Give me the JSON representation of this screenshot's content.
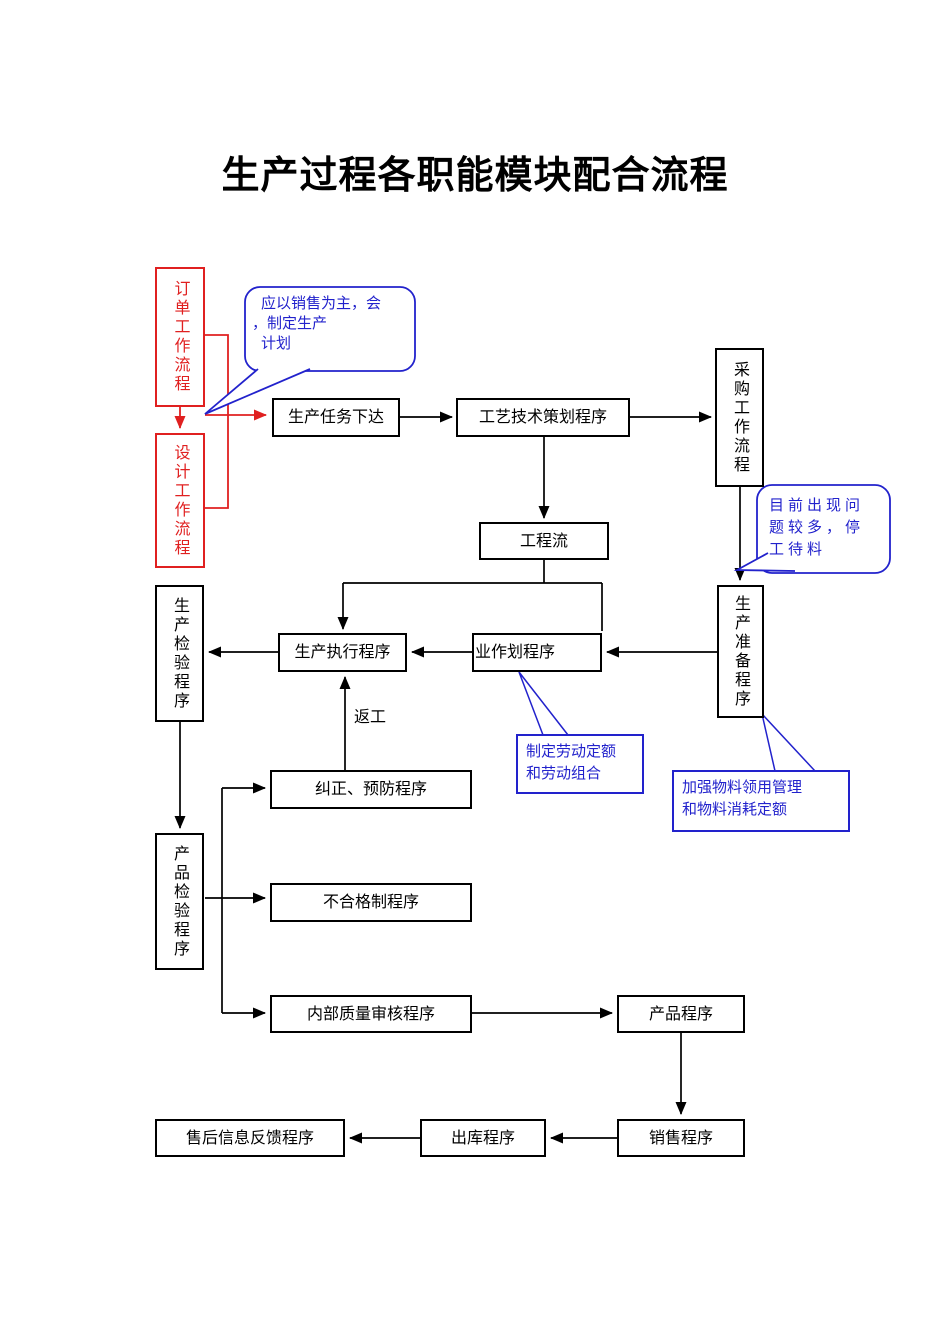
{
  "title": "生产过程各职能模块配合流程",
  "colors": {
    "line_black": "#000000",
    "accent_red": "#e02020",
    "accent_blue": "#2222cc",
    "background": "#ffffff"
  },
  "nodes": {
    "order_flow": {
      "label": "订单工作流程"
    },
    "design_flow": {
      "label": "设计工作流程"
    },
    "task_release": {
      "label": "生产任务下达"
    },
    "process_planning": {
      "label": "工艺技术策划程序"
    },
    "purchasing_flow": {
      "label": "采购工作流程"
    },
    "engineering_flow": {
      "label": "工程流"
    },
    "production_prep": {
      "label": "生产准备程序"
    },
    "production_exec": {
      "label": "生产执行程序"
    },
    "job_planning": {
      "label": "业作划程序"
    },
    "production_inspection": {
      "label": "生产检验程序"
    },
    "correction_prevention": {
      "label": "纠正、预防程序"
    },
    "product_inspection": {
      "label": "产品检验程序"
    },
    "nonconforming_control": {
      "label": "不合格制程序"
    },
    "internal_audit": {
      "label": "内部质量审核程序"
    },
    "product_storage": {
      "label": "产品程序"
    },
    "sales": {
      "label": "销售程序"
    },
    "outbound": {
      "label": "出库程序"
    },
    "aftersales_feedback": {
      "label": "售后信息反馈程序"
    }
  },
  "annotations": {
    "sales_plan_bubble": {
      "lines": [
        "应以销售为主，会",
        "，制定生产",
        "计划"
      ]
    },
    "material_shortage_bubble": {
      "lines": [
        "目前出现问",
        "题较多，停",
        "工待料"
      ]
    },
    "labor_quota_callout": {
      "lines": [
        "制定劳动定额",
        "和劳动组合"
      ]
    },
    "material_mgmt_callout": {
      "lines": [
        "加强物料领用管理",
        "和物料消耗定额"
      ]
    }
  },
  "edge_labels": {
    "rework": "返工"
  }
}
